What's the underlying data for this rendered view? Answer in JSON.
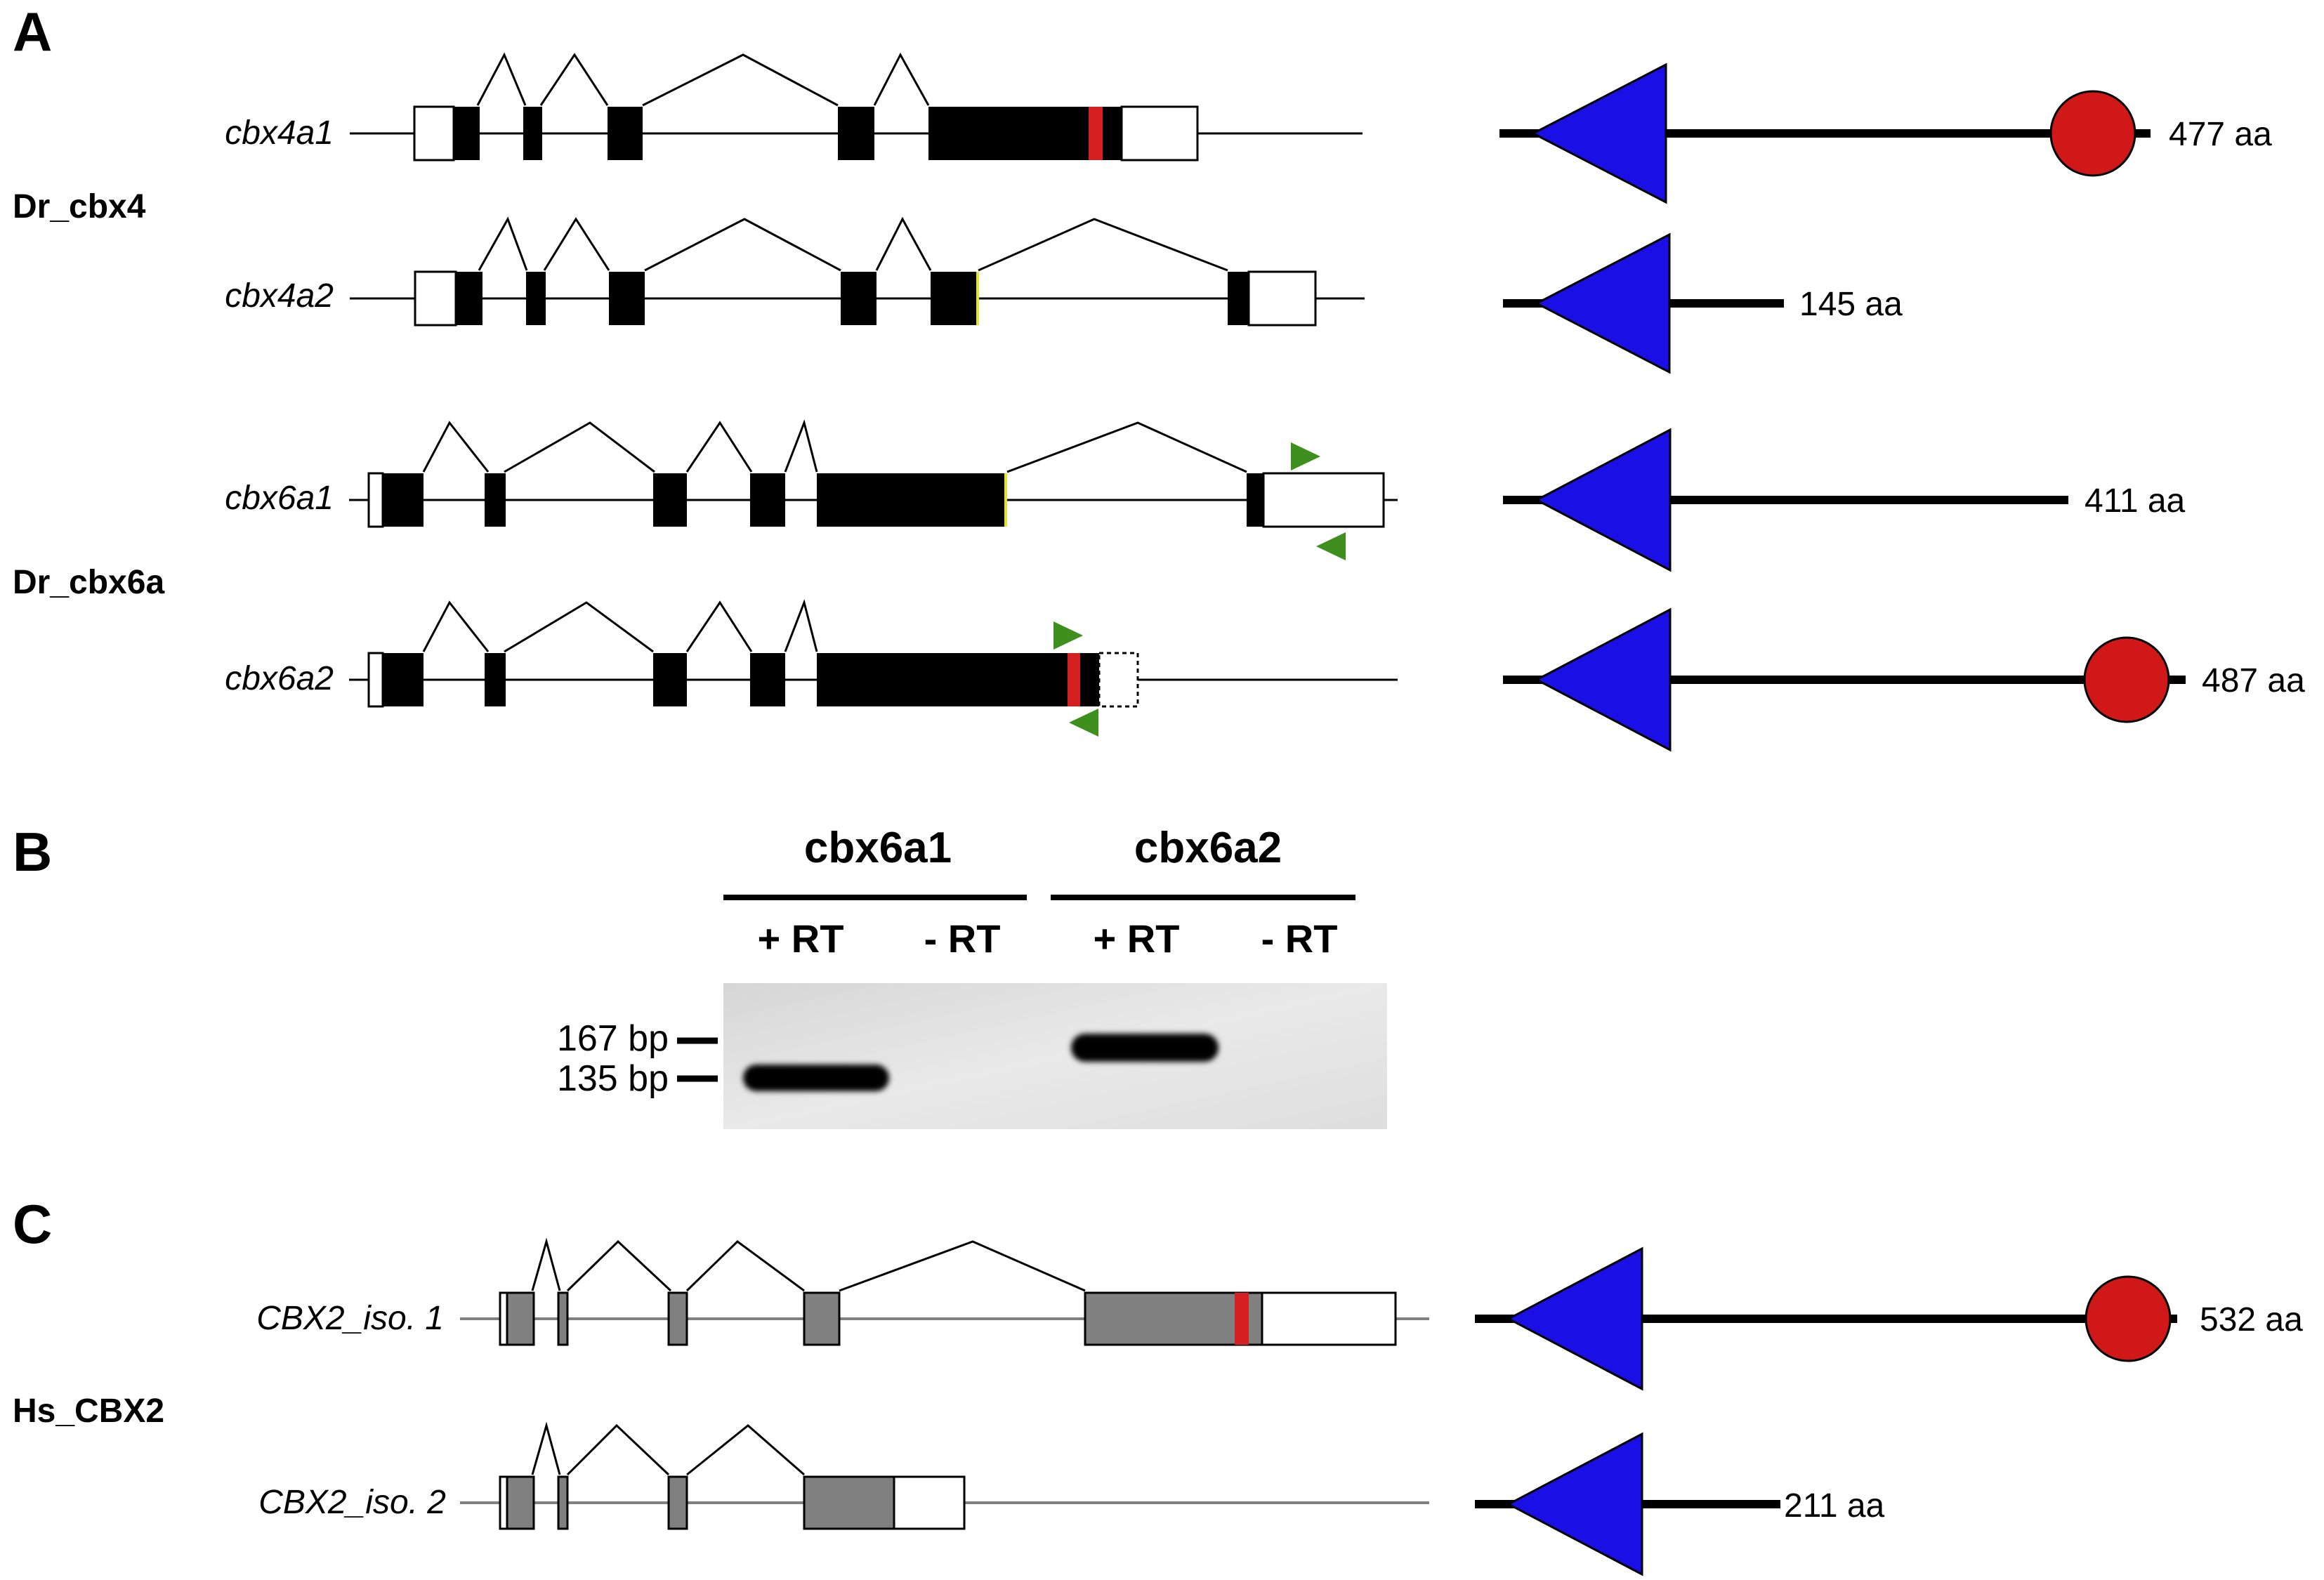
{
  "panels": {
    "a": "A",
    "b": "B",
    "c": "C"
  },
  "groups": {
    "cbx4": "Dr_cbx4",
    "cbx6a": "Dr_cbx6a",
    "cbx2": "Hs_CBX2"
  },
  "isoforms": [
    {
      "label": "cbx4a1",
      "protein_length": "477 aa",
      "chromodomain": true,
      "cbox": true
    },
    {
      "label": "cbx4a2",
      "protein_length": "145 aa",
      "chromodomain": true,
      "cbox": false
    },
    {
      "label": "cbx6a1",
      "protein_length": "411 aa",
      "chromodomain": true,
      "cbox": false
    },
    {
      "label": "cbx6a2",
      "protein_length": "487 aa",
      "chromodomain": true,
      "cbox": true
    },
    {
      "label": "CBX2_iso. 1",
      "protein_length": "532 aa",
      "chromodomain": true,
      "cbox": true
    },
    {
      "label": "CBX2_iso. 2",
      "protein_length": "211 aa",
      "chromodomain": true,
      "cbox": false
    }
  ],
  "gel": {
    "headers": [
      "cbx6a1",
      "cbx6a2"
    ],
    "lanes": [
      "+ RT",
      "- RT",
      "+ RT",
      "- RT"
    ],
    "markers": [
      "167 bp",
      "135 bp"
    ],
    "bands": [
      {
        "lane": "cbx6a1 + RT",
        "size": "135 bp"
      },
      {
        "lane": "cbx6a2 + RT",
        "size": "167 bp"
      }
    ]
  },
  "colors": {
    "coding_exon_dr": "#000000",
    "coding_exon_hs": "#808080",
    "utr": "#ffffff",
    "alt_exon_marker": "#d42020",
    "chromodomain": "#1a10e6",
    "cbox": "#d01818",
    "primer": "#3f8f1f",
    "gel_background": "#e4e4e4",
    "gel_band": "#000000"
  }
}
